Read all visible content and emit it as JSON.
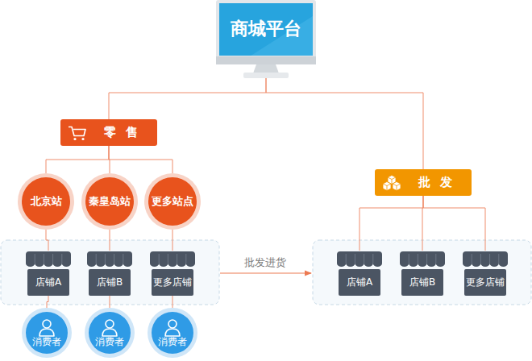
{
  "diagram": {
    "nodes": [
      {
        "text": [
          "商城平台"
        ]
      },
      {
        "text": [
          "零售"
        ]
      },
      {
        "text": [
          "批发"
        ]
      },
      {
        "text": [
          "北京站"
        ]
      },
      {
        "text": [
          "秦皇岛站"
        ]
      },
      {
        "text": [
          "更多站点"
        ]
      },
      {
        "text": [
          "店铺A"
        ]
      },
      {
        "text": [
          "店铺B"
        ]
      },
      {
        "text": [
          "更多店铺"
        ]
      },
      {
        "text": [
          "店铺A"
        ]
      },
      {
        "text": [
          "店铺B"
        ]
      },
      {
        "text": [
          "更多店铺"
        ]
      },
      {
        "text": [
          "消费者"
        ]
      },
      {
        "text": [
          "消费者"
        ]
      },
      {
        "text": [
          "消费者"
        ]
      }
    ],
    "edges": [
      {
        "from": 0,
        "to": 1,
        "arrow": "none"
      },
      {
        "from": 0,
        "to": 2,
        "arrow": "none"
      },
      {
        "from": 1,
        "to": 3,
        "arrow": "none"
      },
      {
        "from": 1,
        "to": 4,
        "arrow": "none"
      },
      {
        "from": 1,
        "to": 5,
        "arrow": "none"
      },
      {
        "from": 3,
        "to": 6,
        "arrow": "none"
      },
      {
        "from": 4,
        "to": 7,
        "arrow": "none"
      },
      {
        "from": 5,
        "to": 8,
        "arrow": "none"
      },
      {
        "from": 6,
        "to": 12,
        "arrow": "none"
      },
      {
        "from": 7,
        "to": 13,
        "arrow": "none"
      },
      {
        "from": 8,
        "to": 14,
        "arrow": "none"
      },
      {
        "from": 2,
        "to": 9,
        "arrow": "none"
      },
      {
        "from": 2,
        "to": 10,
        "arrow": "none"
      },
      {
        "from": 2,
        "to": 11,
        "arrow": "none"
      }
    ],
    "labels": [
      "批发进货"
    ]
  }
}
